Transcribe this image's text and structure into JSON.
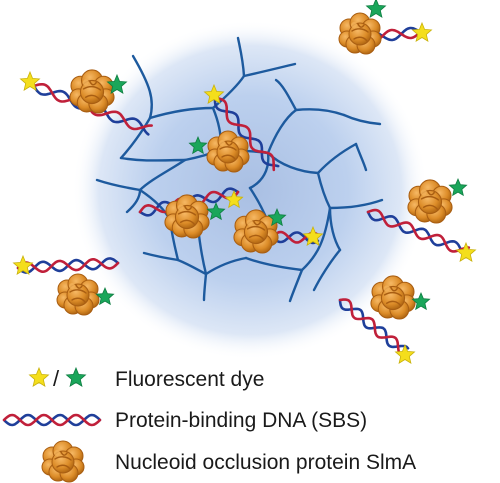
{
  "colors": {
    "background": "#ffffff",
    "gel_glow_center": "#9fb6de",
    "gel_glow_edge": "#ffffff",
    "network_line": "#1d5a9e",
    "dna_strand_red": "#c0203a",
    "dna_strand_blue": "#1f3f9a",
    "protein_fill": "#d98a25",
    "protein_shade": "#a95e12",
    "protein_highlight": "#f2b25a",
    "star_yellow": "#f4de1c",
    "star_green": "#1aa65a",
    "text": "#1a1a1a"
  },
  "icons": {
    "dye": "star-icon",
    "dna": "dna-helix-icon",
    "protein": "protein-blob-icon"
  },
  "legend": {
    "dye_separator": "/",
    "dye_label": "Fluorescent dye",
    "dna_label": "Protein-binding DNA (SBS)",
    "protein_label": "Nucleoid occlusion protein SlmA"
  }
}
